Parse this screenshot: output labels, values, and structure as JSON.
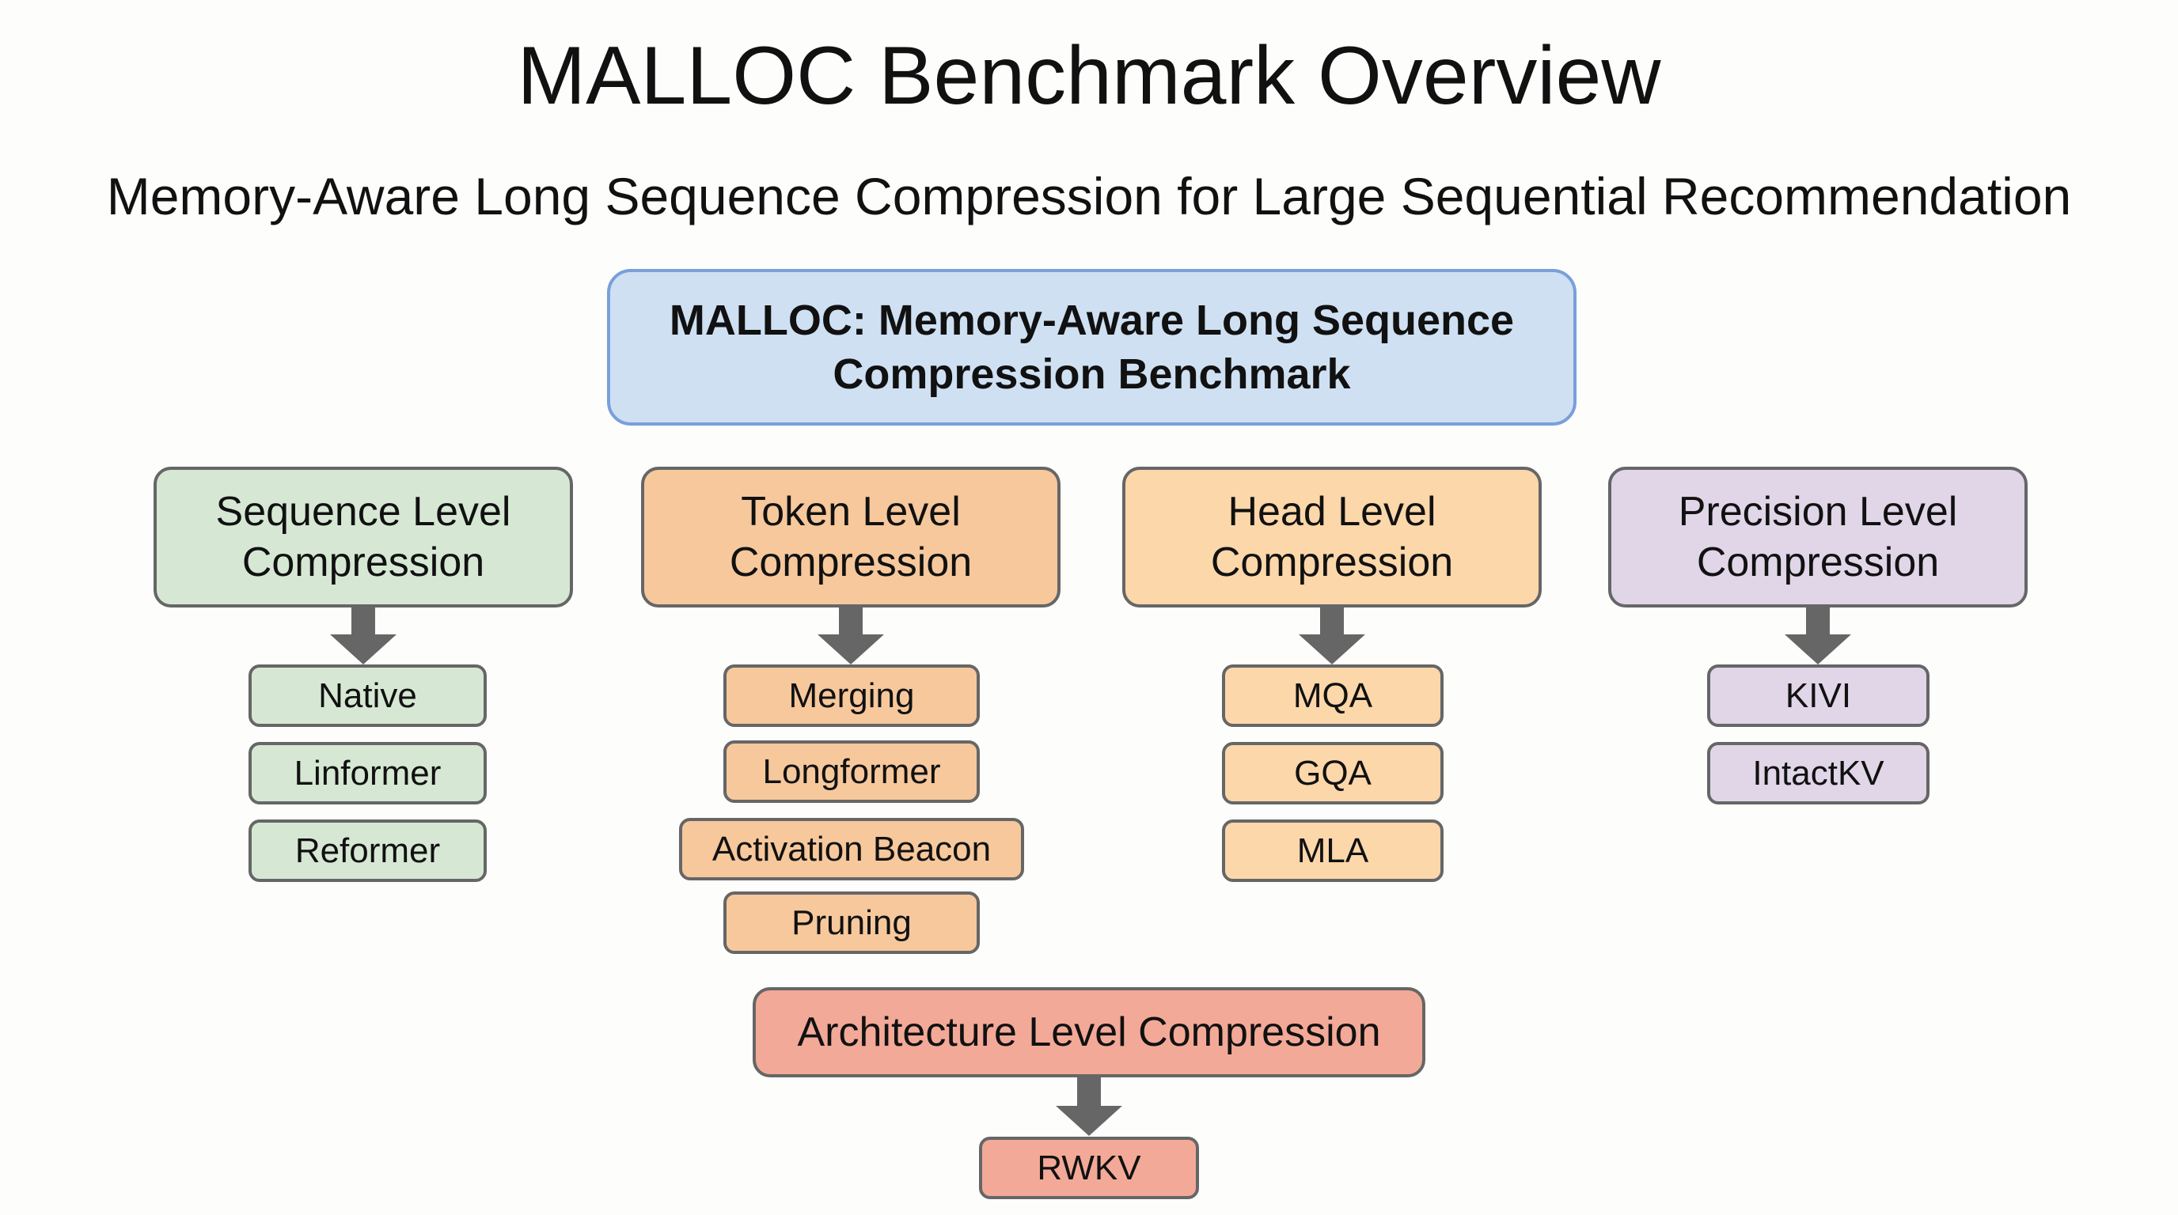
{
  "title": "MALLOC Benchmark Overview",
  "subtitle": "Memory-Aware Long Sequence Compression for Large Sequential Recommendation",
  "root": {
    "line1": "MALLOC: Memory-Aware Long Sequence",
    "line2": "Compression Benchmark"
  },
  "categories": [
    {
      "line1": "Sequence Level",
      "line2": "Compression",
      "color": "#d6e8d4",
      "methods": [
        "Native",
        "Linformer",
        "Reformer"
      ]
    },
    {
      "line1": "Token Level",
      "line2": "Compression",
      "color": "#f6c89c",
      "methods": [
        "Merging",
        "Longformer",
        "Activation Beacon",
        "Pruning"
      ]
    },
    {
      "line1": "Head Level",
      "line2": "Compression",
      "color": "#fcd7aa",
      "methods": [
        "MQA",
        "GQA",
        "MLA"
      ]
    },
    {
      "line1": "Precision Level",
      "line2": "Compression",
      "color": "#e0d6e8",
      "methods": [
        "KIVI",
        "IntactKV"
      ]
    }
  ],
  "architecture": {
    "label": "Architecture Level Compression",
    "color": "#f3a997",
    "methods": [
      "RWKV"
    ]
  },
  "colors": {
    "root_fill": "#cfe0f3",
    "root_border": "#7a9fda",
    "border": "#666666",
    "arrow": "#666666"
  }
}
